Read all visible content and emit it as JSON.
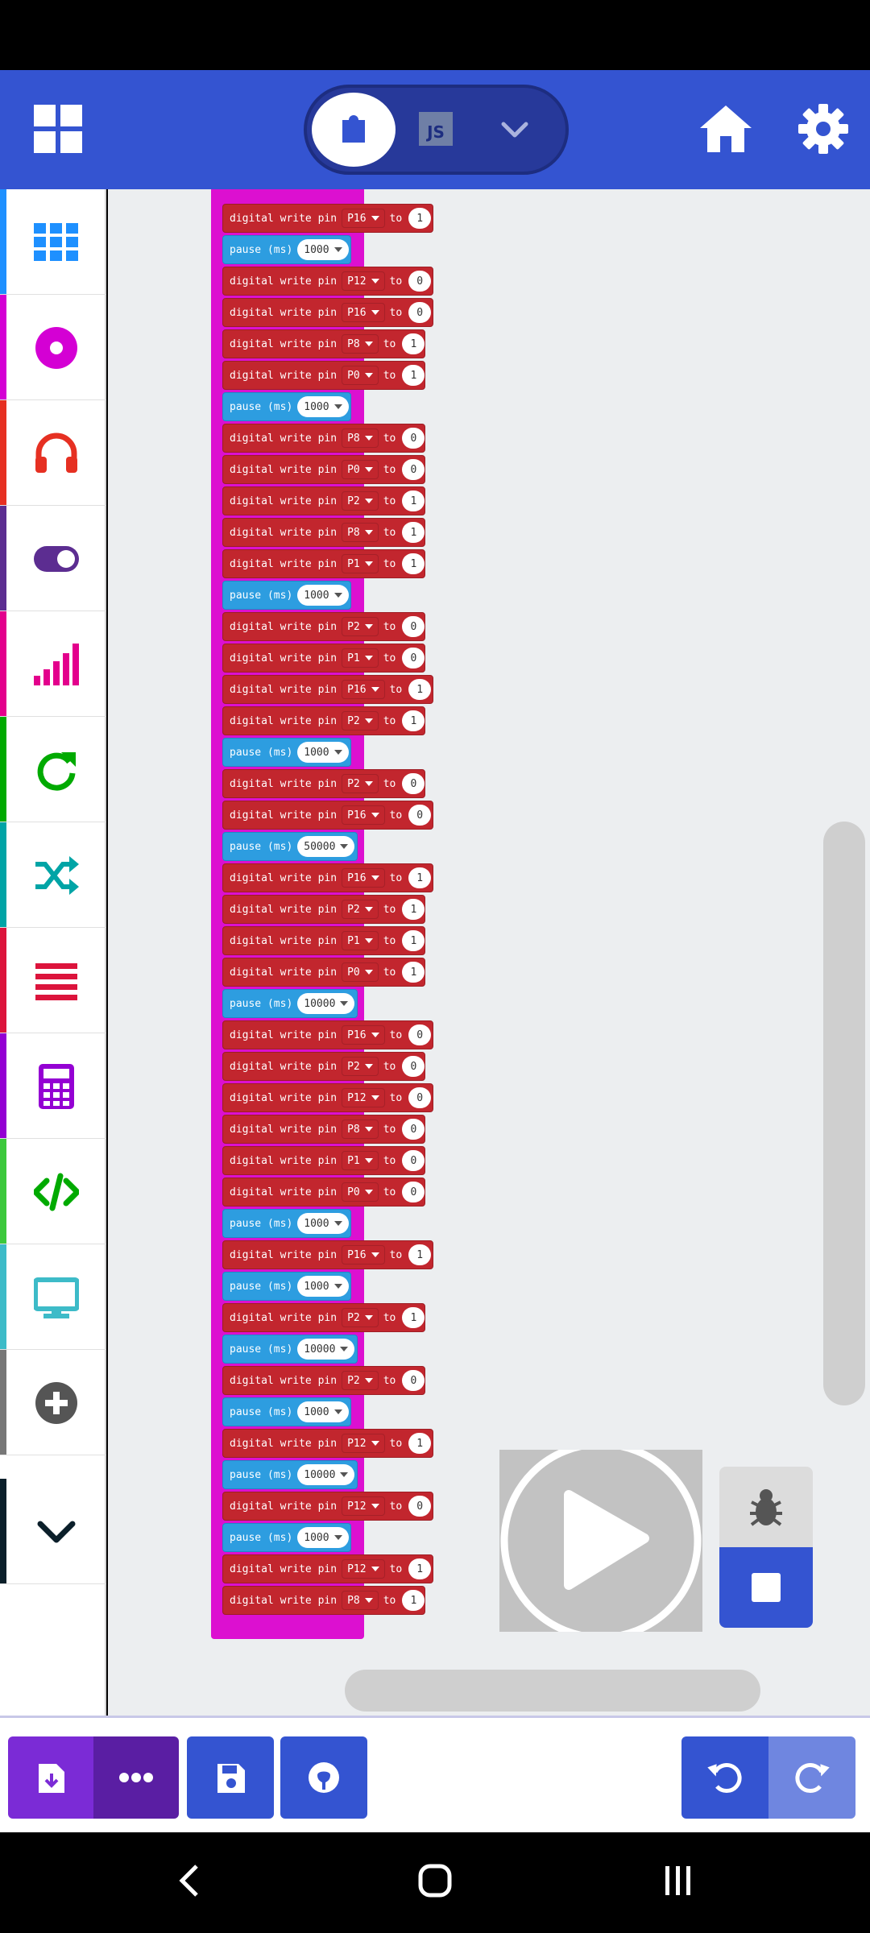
{
  "app": {
    "editor_toggle": {
      "js_label": "JS"
    },
    "colors": {
      "accent": "#3454d1",
      "write_block": "#c2262e",
      "pause_block": "#2d9de0",
      "stack": "#dc10d0"
    }
  },
  "toolbox": {
    "categories": [
      {
        "name": "basic-category",
        "icon": "grid-icon",
        "color": "#1e90ff"
      },
      {
        "name": "input-category",
        "icon": "circle-icon",
        "color": "#d400d4"
      },
      {
        "name": "music-category",
        "icon": "headphones-icon",
        "color": "#e63022"
      },
      {
        "name": "led-category",
        "icon": "toggle-icon",
        "color": "#5c2d91"
      },
      {
        "name": "radio-category",
        "icon": "signal-icon",
        "color": "#e3008c"
      },
      {
        "name": "loops-category",
        "icon": "refresh-icon",
        "color": "#00aa00"
      },
      {
        "name": "logic-category",
        "icon": "shuffle-icon",
        "color": "#00a4a6"
      },
      {
        "name": "variables-category",
        "icon": "lines-icon",
        "color": "#dc143c"
      },
      {
        "name": "math-category",
        "icon": "calculator-icon",
        "color": "#9400d3"
      },
      {
        "name": "functions-category",
        "icon": "code-icon",
        "color": "#3cc83c"
      },
      {
        "name": "game-category",
        "icon": "monitor-icon",
        "color": "#3dbbc8"
      },
      {
        "name": "extensions-category",
        "icon": "plus-icon",
        "color": "#777777"
      },
      {
        "name": "advanced-category",
        "icon": "chevron-down-icon",
        "color": "#0b1f2a"
      }
    ]
  },
  "blocks": [
    {
      "type": "write",
      "label": "digital write pin",
      "to": "to",
      "pin": "P16",
      "value": "1"
    },
    {
      "type": "pause",
      "label": "pause (ms)",
      "value": "1000"
    },
    {
      "type": "write",
      "label": "digital write pin",
      "to": "to",
      "pin": "P12",
      "value": "0"
    },
    {
      "type": "write",
      "label": "digital write pin",
      "to": "to",
      "pin": "P16",
      "value": "0"
    },
    {
      "type": "write",
      "label": "digital write pin",
      "to": "to",
      "pin": "P8",
      "value": "1"
    },
    {
      "type": "write",
      "label": "digital write pin",
      "to": "to",
      "pin": "P0",
      "value": "1"
    },
    {
      "type": "pause",
      "label": "pause (ms)",
      "value": "1000"
    },
    {
      "type": "write",
      "label": "digital write pin",
      "to": "to",
      "pin": "P8",
      "value": "0"
    },
    {
      "type": "write",
      "label": "digital write pin",
      "to": "to",
      "pin": "P0",
      "value": "0"
    },
    {
      "type": "write",
      "label": "digital write pin",
      "to": "to",
      "pin": "P2",
      "value": "1"
    },
    {
      "type": "write",
      "label": "digital write pin",
      "to": "to",
      "pin": "P8",
      "value": "1"
    },
    {
      "type": "write",
      "label": "digital write pin",
      "to": "to",
      "pin": "P1",
      "value": "1"
    },
    {
      "type": "pause",
      "label": "pause (ms)",
      "value": "1000"
    },
    {
      "type": "write",
      "label": "digital write pin",
      "to": "to",
      "pin": "P2",
      "value": "0"
    },
    {
      "type": "write",
      "label": "digital write pin",
      "to": "to",
      "pin": "P1",
      "value": "0"
    },
    {
      "type": "write",
      "label": "digital write pin",
      "to": "to",
      "pin": "P16",
      "value": "1"
    },
    {
      "type": "write",
      "label": "digital write pin",
      "to": "to",
      "pin": "P2",
      "value": "1"
    },
    {
      "type": "pause",
      "label": "pause (ms)",
      "value": "1000"
    },
    {
      "type": "write",
      "label": "digital write pin",
      "to": "to",
      "pin": "P2",
      "value": "0"
    },
    {
      "type": "write",
      "label": "digital write pin",
      "to": "to",
      "pin": "P16",
      "value": "0"
    },
    {
      "type": "pause",
      "label": "pause (ms)",
      "value": "50000"
    },
    {
      "type": "write",
      "label": "digital write pin",
      "to": "to",
      "pin": "P16",
      "value": "1"
    },
    {
      "type": "write",
      "label": "digital write pin",
      "to": "to",
      "pin": "P2",
      "value": "1"
    },
    {
      "type": "write",
      "label": "digital write pin",
      "to": "to",
      "pin": "P1",
      "value": "1"
    },
    {
      "type": "write",
      "label": "digital write pin",
      "to": "to",
      "pin": "P0",
      "value": "1"
    },
    {
      "type": "pause",
      "label": "pause (ms)",
      "value": "10000"
    },
    {
      "type": "write",
      "label": "digital write pin",
      "to": "to",
      "pin": "P16",
      "value": "0"
    },
    {
      "type": "write",
      "label": "digital write pin",
      "to": "to",
      "pin": "P2",
      "value": "0"
    },
    {
      "type": "write",
      "label": "digital write pin",
      "to": "to",
      "pin": "P12",
      "value": "0"
    },
    {
      "type": "write",
      "label": "digital write pin",
      "to": "to",
      "pin": "P8",
      "value": "0"
    },
    {
      "type": "write",
      "label": "digital write pin",
      "to": "to",
      "pin": "P1",
      "value": "0"
    },
    {
      "type": "write",
      "label": "digital write pin",
      "to": "to",
      "pin": "P0",
      "value": "0"
    },
    {
      "type": "pause",
      "label": "pause (ms)",
      "value": "1000"
    },
    {
      "type": "write",
      "label": "digital write pin",
      "to": "to",
      "pin": "P16",
      "value": "1"
    },
    {
      "type": "pause",
      "label": "pause (ms)",
      "value": "1000"
    },
    {
      "type": "write",
      "label": "digital write pin",
      "to": "to",
      "pin": "P2",
      "value": "1"
    },
    {
      "type": "pause",
      "label": "pause (ms)",
      "value": "10000"
    },
    {
      "type": "write",
      "label": "digital write pin",
      "to": "to",
      "pin": "P2",
      "value": "0"
    },
    {
      "type": "pause",
      "label": "pause (ms)",
      "value": "1000"
    },
    {
      "type": "write",
      "label": "digital write pin",
      "to": "to",
      "pin": "P12",
      "value": "1"
    },
    {
      "type": "pause",
      "label": "pause (ms)",
      "value": "10000"
    },
    {
      "type": "write",
      "label": "digital write pin",
      "to": "to",
      "pin": "P12",
      "value": "0"
    },
    {
      "type": "pause",
      "label": "pause (ms)",
      "value": "1000"
    },
    {
      "type": "write",
      "label": "digital write pin",
      "to": "to",
      "pin": "P12",
      "value": "1"
    },
    {
      "type": "write",
      "label": "digital write pin",
      "to": "to",
      "pin": "P8",
      "value": "1"
    }
  ]
}
